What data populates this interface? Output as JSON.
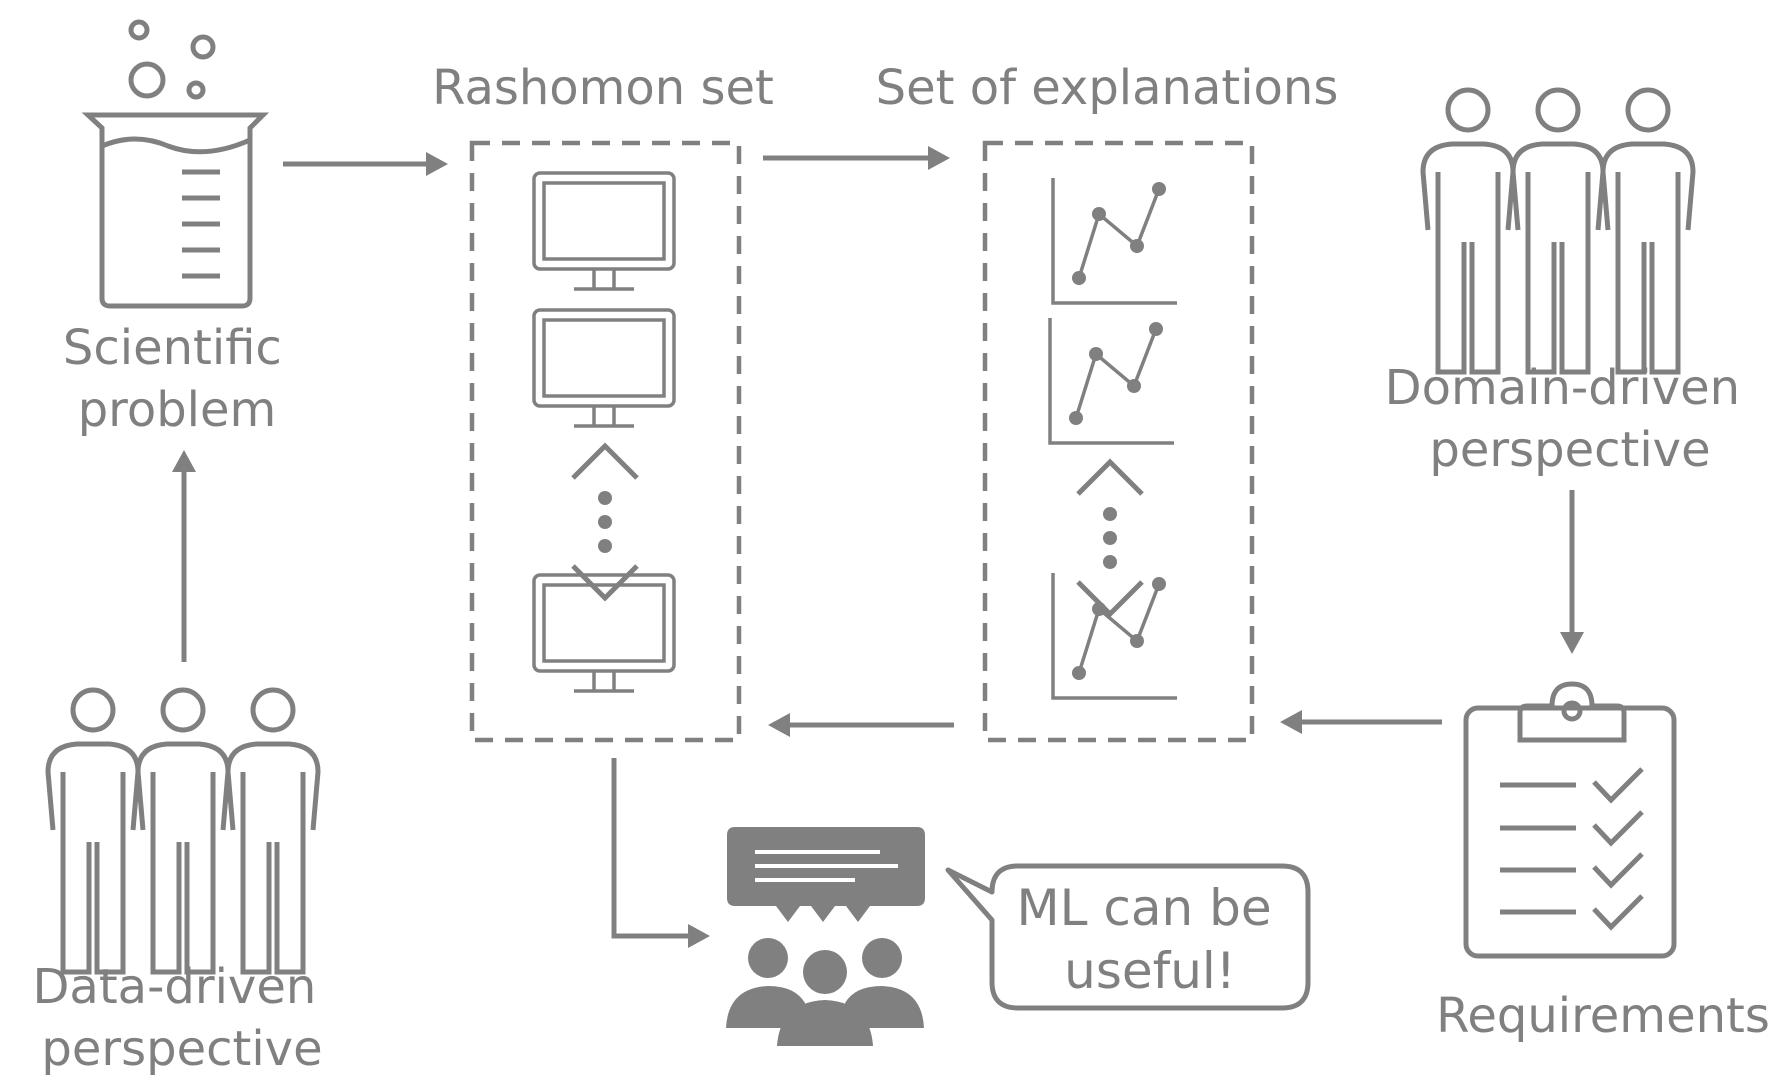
{
  "labels": {
    "scientific_problem": [
      "Scientific",
      "problem"
    ],
    "rashomon_set": "Rashomon set",
    "set_of_explanations": "Set of explanations",
    "domain_driven": [
      "Domain-driven",
      "perspective"
    ],
    "data_driven": [
      "Data-driven",
      "perspective"
    ],
    "requirements": "Requirements",
    "speech_bubble": [
      "ML can be",
      "useful!"
    ]
  },
  "colors": {
    "stroke": "#808080",
    "background": "#ffffff"
  },
  "icons": {
    "beaker": "beaker-icon",
    "monitor": "monitor-icon",
    "line_chart": "line-chart-icon",
    "people_group": "people-group-icon",
    "clipboard_checklist": "clipboard-checklist-icon",
    "audience": "audience-chat-icon"
  }
}
